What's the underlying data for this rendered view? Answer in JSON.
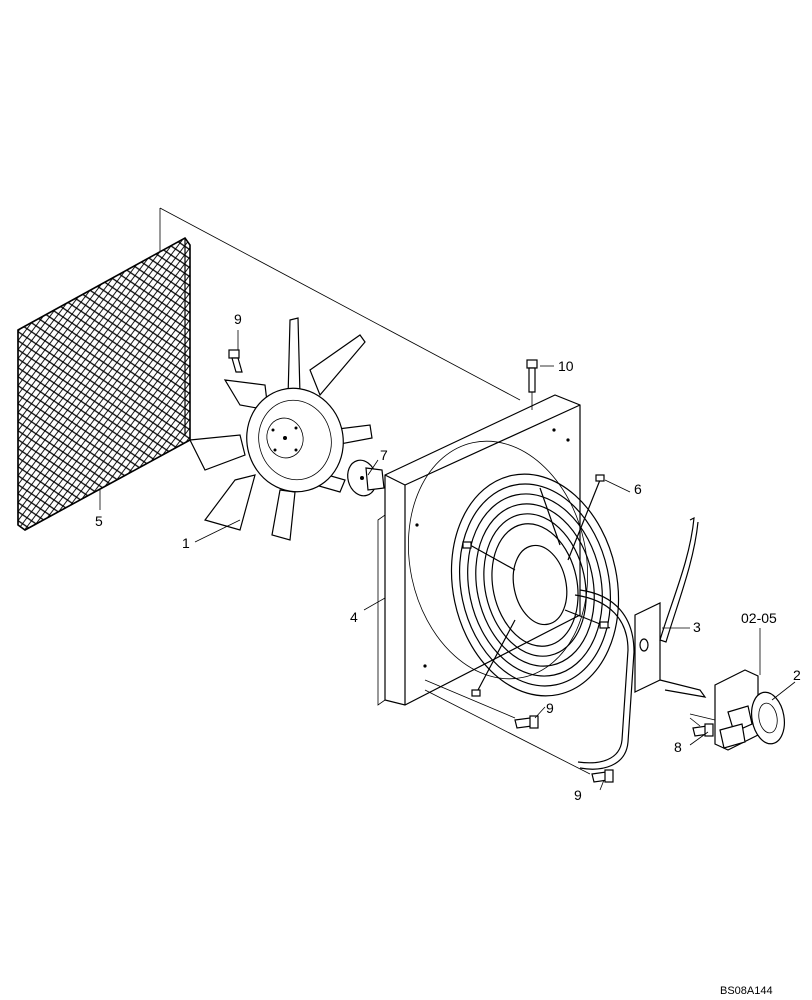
{
  "labels": {
    "l1": "1",
    "l2": "2",
    "l3": "3",
    "l4": "4",
    "l5": "5",
    "l6": "6",
    "l7": "7",
    "l8": "8",
    "l9a": "9",
    "l9b": "9",
    "l9c": "9",
    "l10": "10",
    "ref": "02-05"
  },
  "drawing_code": "BS08A144"
}
